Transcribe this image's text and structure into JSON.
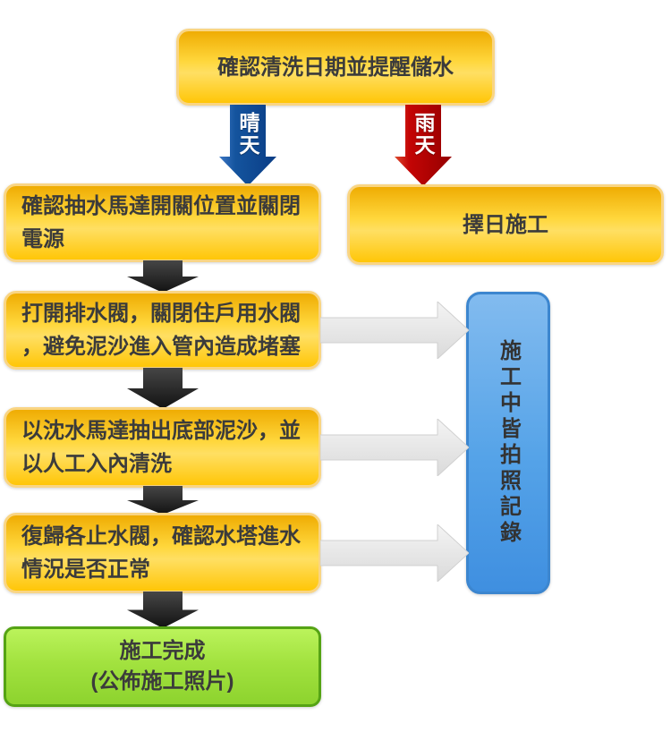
{
  "nodes": {
    "confirm_date": {
      "label": "確認清洗日期並提醒儲水"
    },
    "confirm_pump": {
      "lines": [
        "確認抽水馬達開關位置並關閉",
        "電源"
      ]
    },
    "pick_day": {
      "label": "擇日施工"
    },
    "open_valve": {
      "lines": [
        "打開排水閥，關閉住戶用水閥",
        "，避免泥沙進入管內造成堵塞"
      ]
    },
    "pump_mud": {
      "lines": [
        "以沈水馬達抽出底部泥沙，並",
        "以人工入內清洗"
      ]
    },
    "restore_valve": {
      "lines": [
        "復歸各止水閥，確認水塔進水",
        "情況是否正常"
      ]
    },
    "complete": {
      "lines": [
        "施工完成",
        "(公佈施工照片)"
      ]
    },
    "photo_record": {
      "label": "施工中皆拍照記錄"
    }
  },
  "branches": {
    "sunny": "晴天",
    "rainy": "雨天"
  },
  "colors": {
    "yellow_box_border": "#F9D584",
    "yellow_box_top": "#EFAC03",
    "yellow_box_bottom": "#FFC607",
    "green_box_border": "#55A314",
    "green_box_top": "#BBF35B",
    "green_box_bottom": "#8DD32E",
    "blue_box_border": "#3C86CF",
    "blue_box_top": "#82BBEF",
    "blue_box_bottom": "#3F8FE0",
    "sunny_arrow": "#14549E",
    "rainy_arrow": "#C40505",
    "step_arrow": "#262626",
    "photo_arrow": "#E8E8E8",
    "text": "#3B3B3B"
  }
}
